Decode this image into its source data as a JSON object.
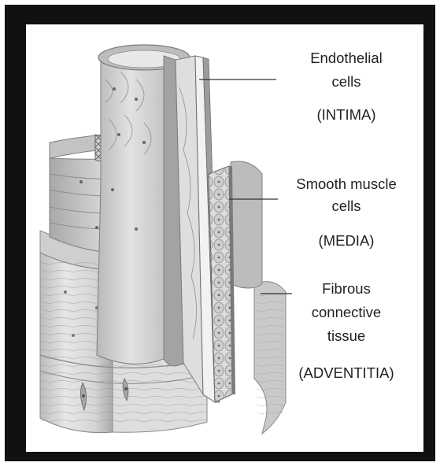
{
  "labels": {
    "intima": {
      "line1": "Endothelial",
      "line2": "cells",
      "layer": "(INTIMA)"
    },
    "media": {
      "line1": "Smooth muscle",
      "line2": "cells",
      "layer": "(MEDIA)"
    },
    "adventitia": {
      "line1": "Fibrous",
      "line2": "connective",
      "line3": "tissue",
      "layer": "(ADVENTITIA)"
    }
  },
  "colors": {
    "frame": "#111111",
    "background": "#ffffff",
    "tissue_light": "#e9e9e9",
    "tissue_mid": "#cfcfcf",
    "tissue_dark": "#9a9a9a",
    "text": "#222222"
  }
}
